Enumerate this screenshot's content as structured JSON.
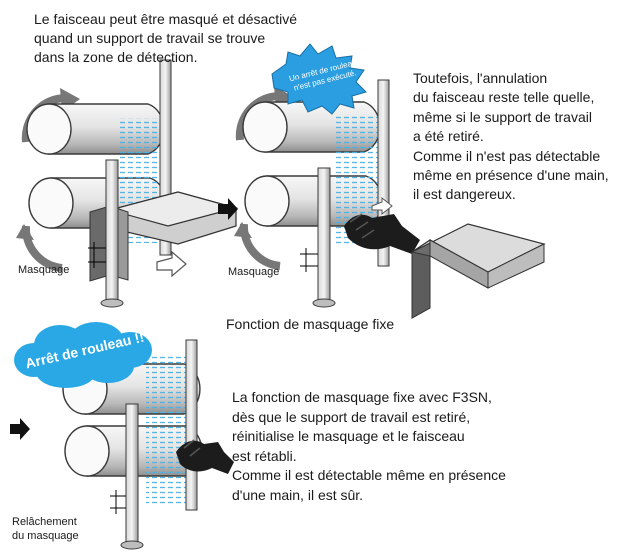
{
  "intro_text": "Le faisceau peut être masqué et désactivé\nquand un support de travail se trouve\ndans la zone de détection.",
  "burst_text": "Un arrêt de rouleau\nn'est pas exécuté.",
  "warning_text": "Toutefois, l'annulation\ndu faisceau reste telle quelle,\nmême si le support de travail\na été retiré.\nComme il n'est pas détectable\nmême en présence d'une main,\nil est dangereux.",
  "label_masquage_left": "Masquage",
  "label_masquage_mid": "Masquage",
  "heading_fixed": "Fonction de masquage fixe",
  "cloud_text": "Arrêt de rouleau !!",
  "explanation_text": "La fonction de masquage fixe avec F3SN,\ndès que le support de travail est retiré,\nréinitialise le masquage et le faisceau\nest rétabli.\nComme il est détectable même en présence\nd'une main, il est sûr.",
  "label_release": "Relâchement\ndu masquage",
  "colors": {
    "burst_fill": "#2a9ee0",
    "cloud_fill": "#2aa8e6",
    "beam": "#4ab2e4",
    "roller_light": "#f2f2f2",
    "roller_dark": "#9a9a9a",
    "arrow_gray": "#6f6f6f"
  }
}
